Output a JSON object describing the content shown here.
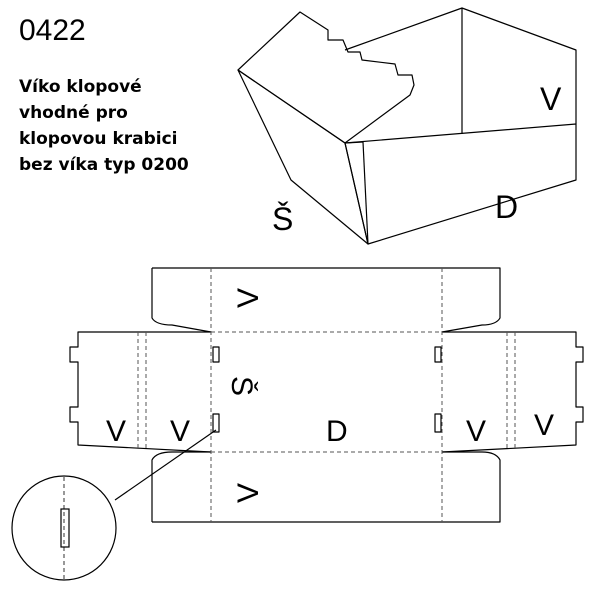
{
  "header": {
    "code": "0422",
    "description": [
      "Víko klopové",
      "vhodné pro",
      "klopovou krabici",
      "bez víka typ 0200"
    ]
  },
  "labels": {
    "box": {
      "side_v": "V",
      "side_s": "Š",
      "side_d": "D"
    },
    "net": {
      "top_flap": "V",
      "bottom_flap": "V",
      "center_s": "Š",
      "center_d": "D",
      "left_outer": "V",
      "left_inner": "V",
      "right_inner": "V",
      "right_outer": "V"
    }
  },
  "colors": {
    "line": "#000000",
    "fold": "#555555",
    "background": "#ffffff"
  }
}
